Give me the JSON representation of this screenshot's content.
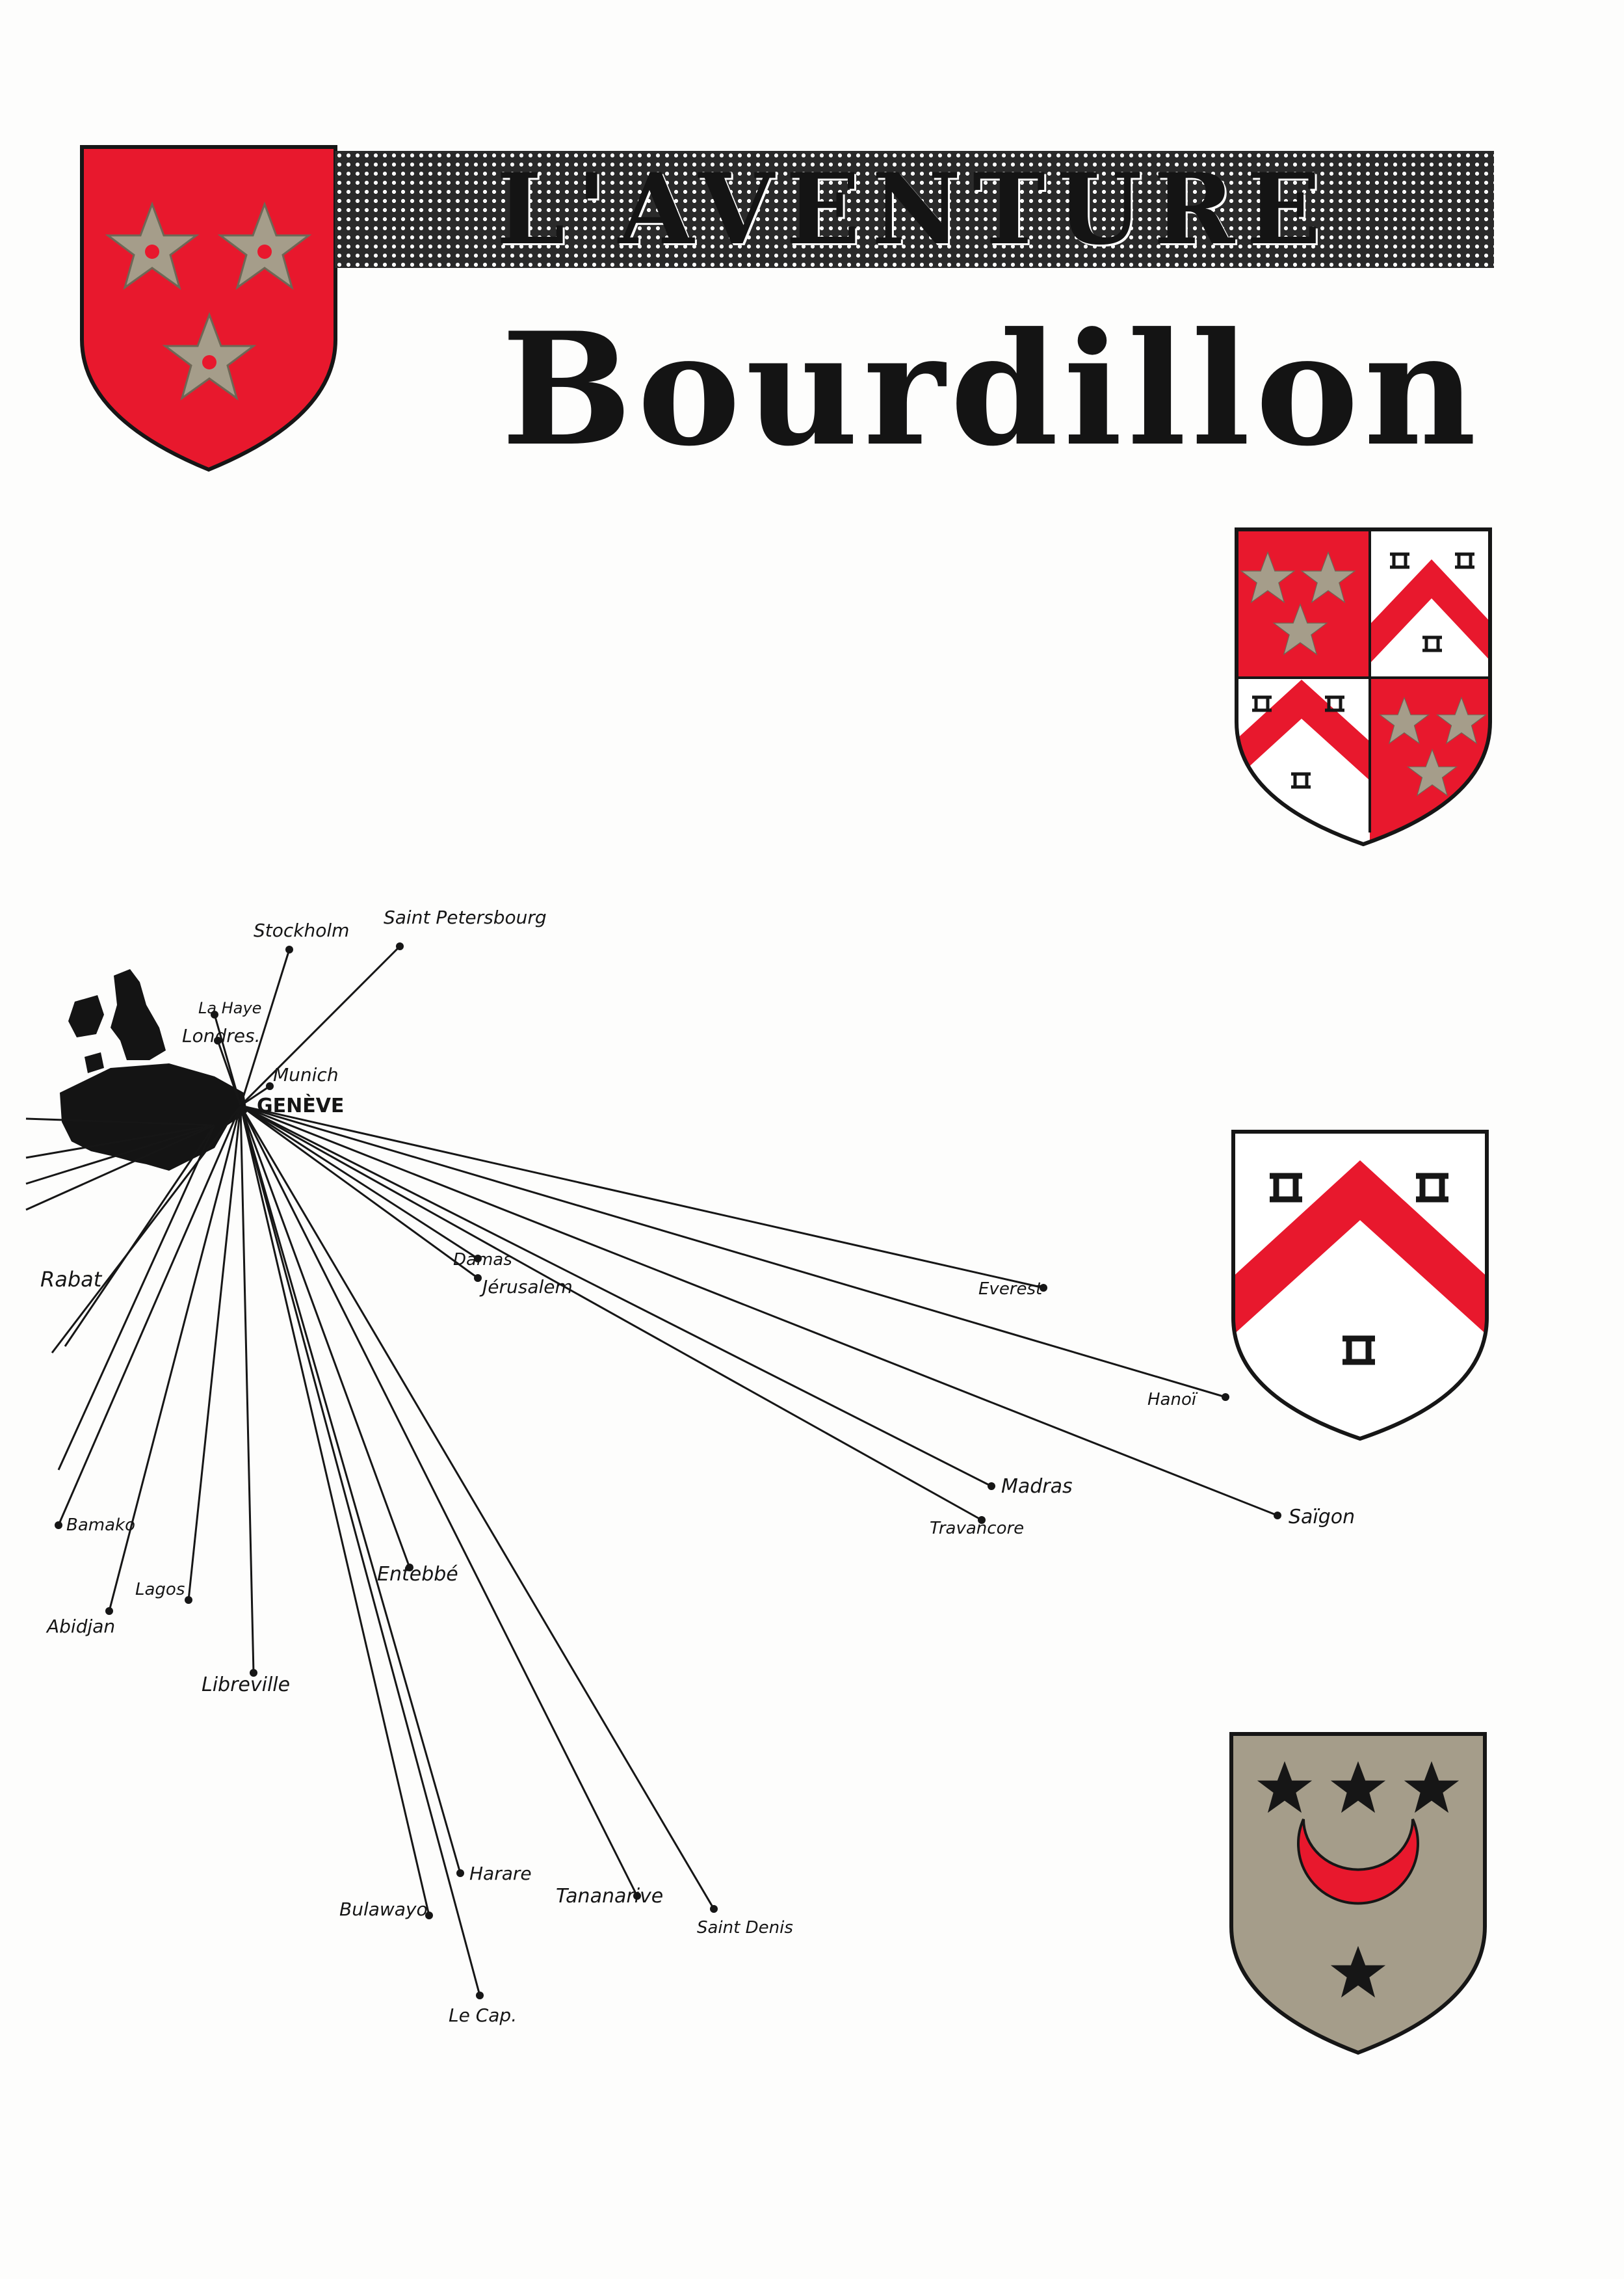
{
  "header": {
    "title": "L'AVENTURE",
    "family_name": "Bourdillon"
  },
  "colors": {
    "red": "#e8182d",
    "gold": "#a59d8a",
    "ink": "#161616",
    "paper": "#fdfdfc"
  },
  "map": {
    "hub": "GENÈVE",
    "cities": [
      {
        "id": "stockholm",
        "label": "Stockholm"
      },
      {
        "id": "st-petersbourg",
        "label": "Saint Petersbourg"
      },
      {
        "id": "la-haye",
        "label": "La Haye"
      },
      {
        "id": "londres",
        "label": "Londres."
      },
      {
        "id": "munich",
        "label": "Munich"
      },
      {
        "id": "rabat",
        "label": "Rabat"
      },
      {
        "id": "damas",
        "label": "Damas"
      },
      {
        "id": "jerusalem",
        "label": "Jérusalem"
      },
      {
        "id": "everest",
        "label": "Everest"
      },
      {
        "id": "hanoi",
        "label": "Hanoï"
      },
      {
        "id": "madras",
        "label": "Madras"
      },
      {
        "id": "travancore",
        "label": "Travancore"
      },
      {
        "id": "saigon",
        "label": "Saïgon"
      },
      {
        "id": "bamako",
        "label": "Bamako"
      },
      {
        "id": "lagos",
        "label": "Lagos"
      },
      {
        "id": "abidjan",
        "label": "Abidjan"
      },
      {
        "id": "libreville",
        "label": "Libreville"
      },
      {
        "id": "entebbe",
        "label": "Entebbé"
      },
      {
        "id": "harare",
        "label": "Harare"
      },
      {
        "id": "bulawayo",
        "label": "Bulawayo"
      },
      {
        "id": "tananarive",
        "label": "Tananarive"
      },
      {
        "id": "saint-denis",
        "label": "Saint Denis"
      },
      {
        "id": "le-cap",
        "label": "Le Cap."
      }
    ]
  },
  "icons": {
    "main_shield": "shield-three-stars-icon",
    "quartered_shield": "quartered-shield-icon",
    "chevron_shield": "chevron-shield-icon",
    "crescent_shield": "crescent-stars-shield-icon"
  }
}
